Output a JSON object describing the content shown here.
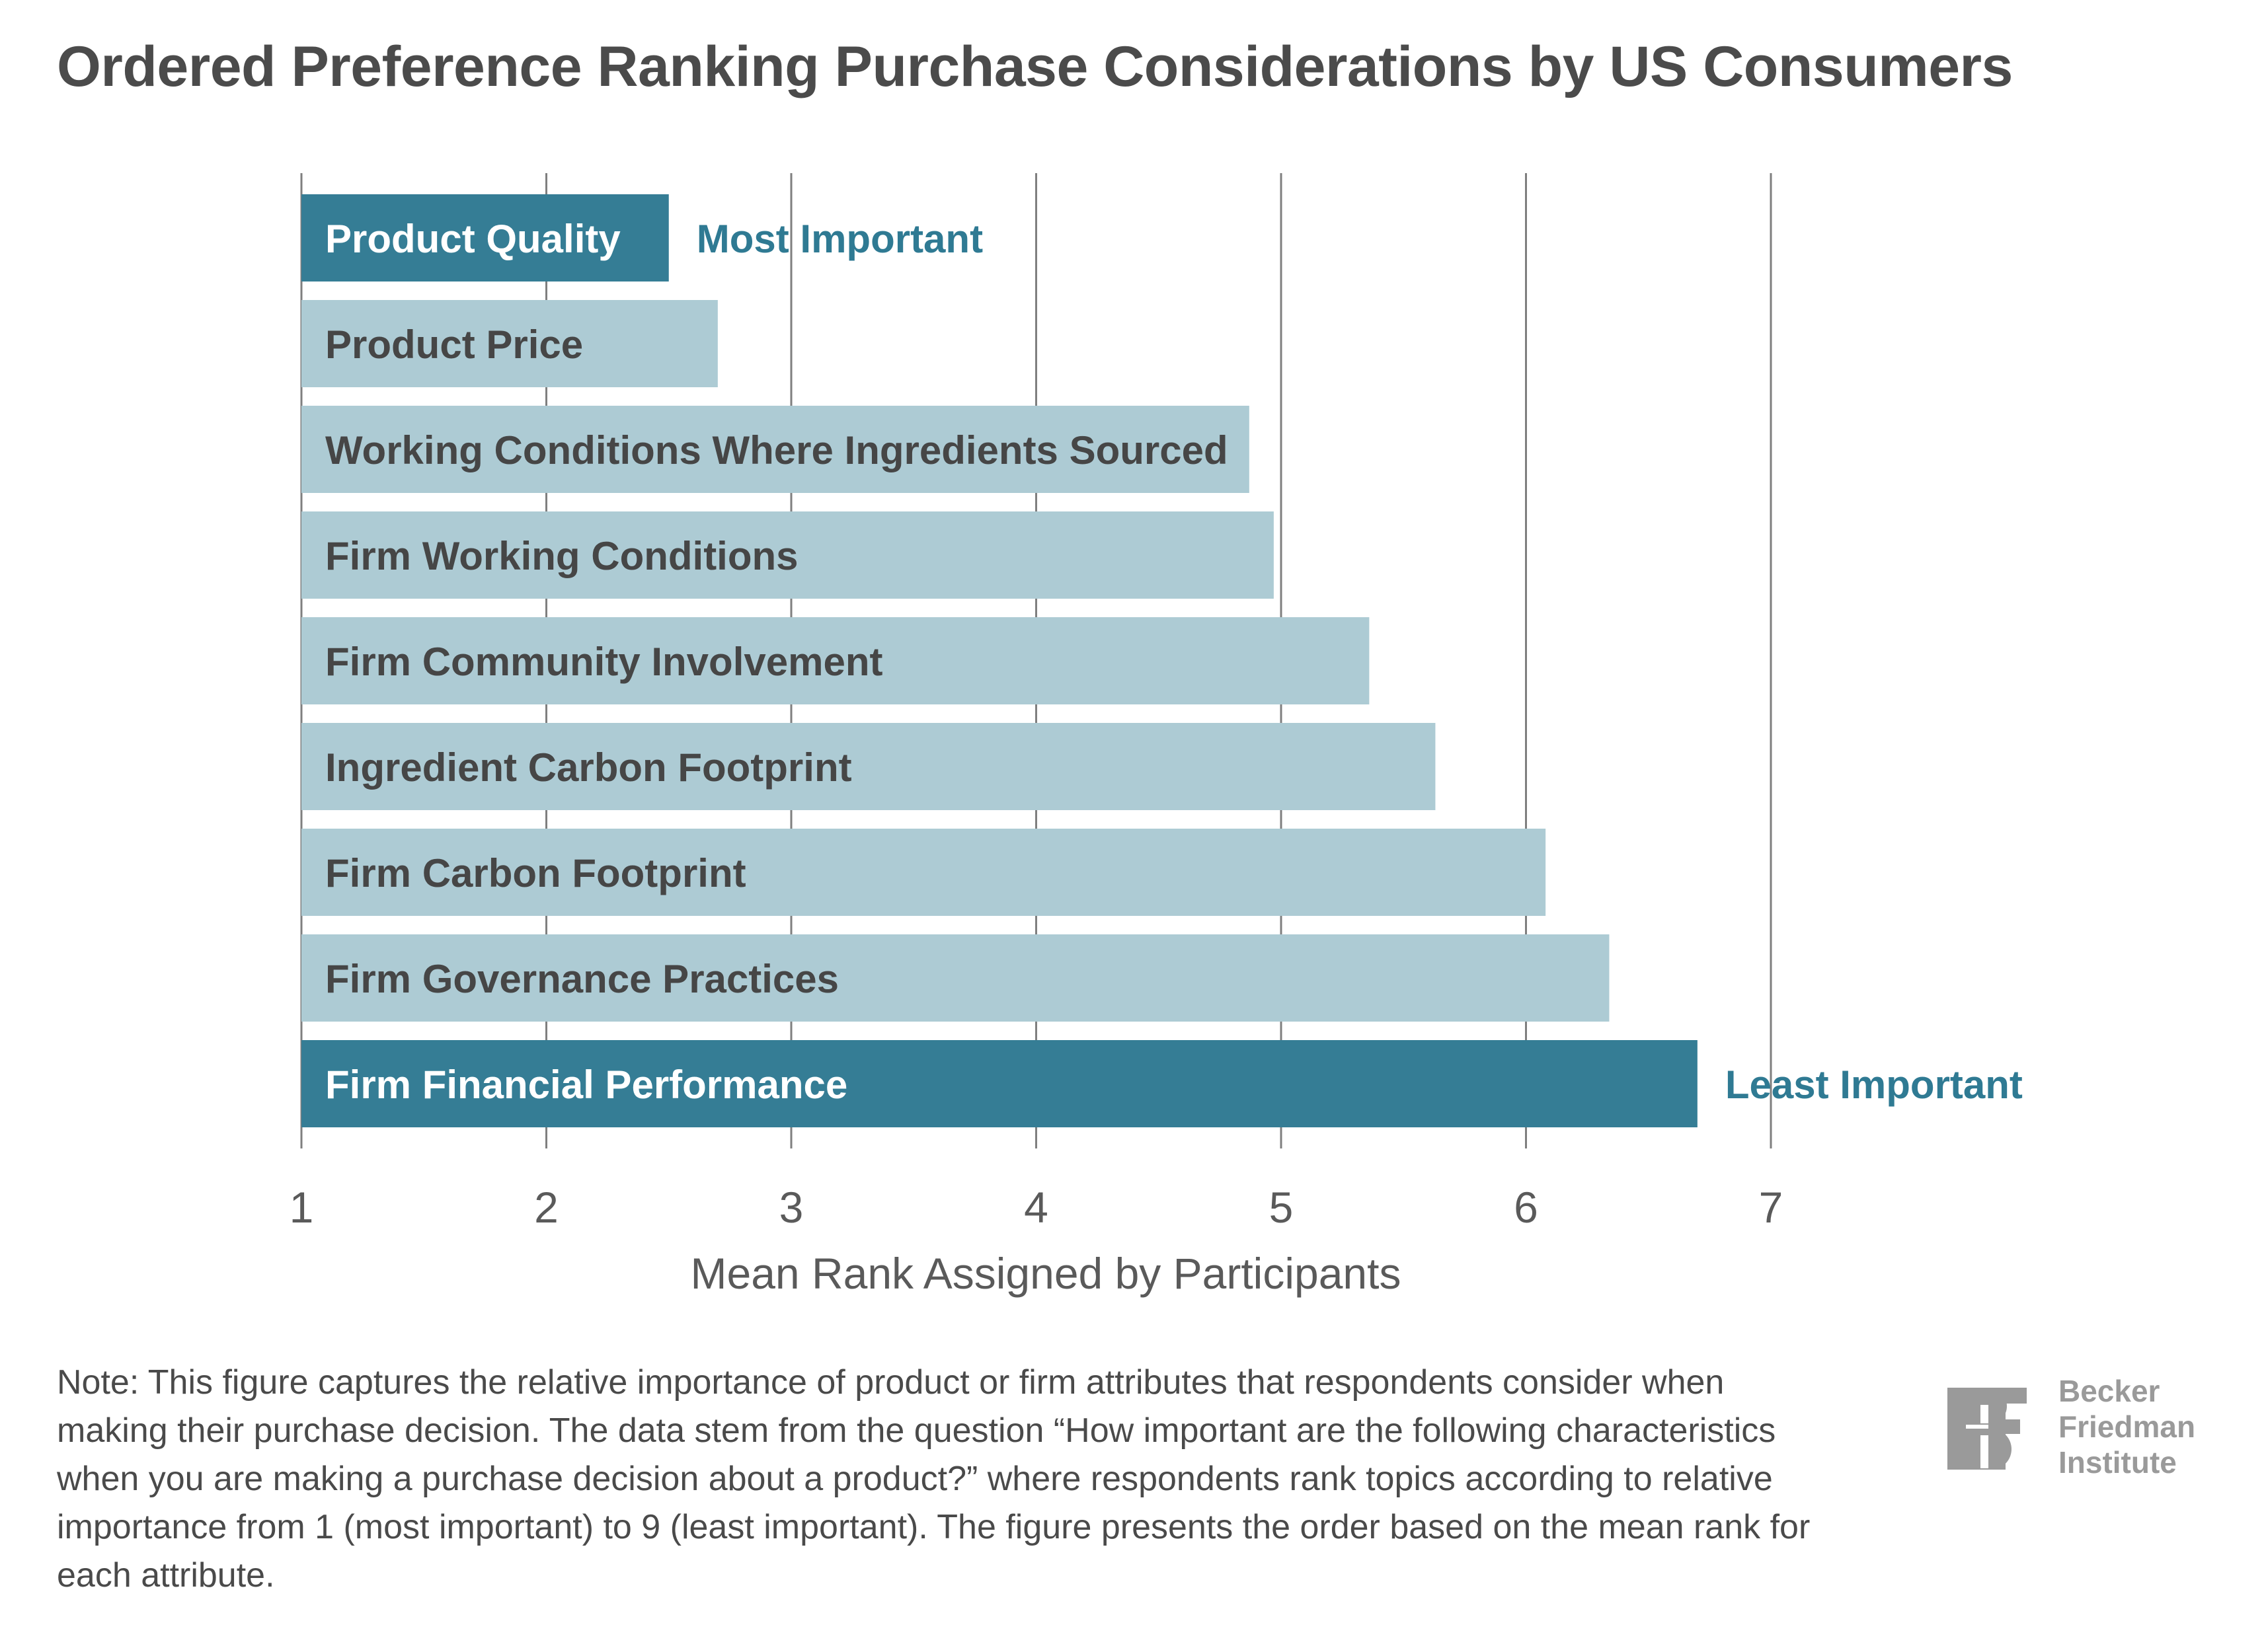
{
  "chart_data": {
    "type": "bar",
    "orientation": "horizontal",
    "title": "Ordered Preference Ranking Purchase Considerations by US Consumers",
    "xlabel": "Mean Rank Assigned by Participants",
    "ylabel": "",
    "xlim": [
      1,
      7
    ],
    "xticks": [
      "1",
      "2",
      "3",
      "4",
      "5",
      "6",
      "7"
    ],
    "grid": "vertical",
    "categories": [
      "Product Quality",
      "Product Price",
      "Working Conditions Where Ingredients Sourced",
      "Firm Working Conditions",
      "Firm Community Involvement",
      "Ingredient Carbon Footprint",
      "Firm Carbon Footprint",
      "Firm Governance Practices",
      "Firm Financial Performance"
    ],
    "values": [
      2.5,
      2.7,
      4.87,
      4.97,
      5.36,
      5.63,
      6.08,
      6.34,
      6.7
    ],
    "highlight": [
      true,
      false,
      false,
      false,
      false,
      false,
      false,
      false,
      true
    ],
    "annotations": [
      {
        "category_index": 0,
        "text": "Most Important"
      },
      {
        "category_index": 8,
        "text": "Least Important"
      }
    ],
    "colors": {
      "highlight_bar": "#357d95",
      "bar": "#adcbd4",
      "highlight_text": "#ffffff",
      "bar_text": "#464646",
      "annotation_text": "#2f7a93",
      "grid": "#7f7f7f",
      "tick_text": "#5a5a5a"
    }
  },
  "note": "Note: This figure captures the relative importance of product or firm attributes that respondents consider when making their purchase decision. The data stem from the question “How important are the following characteristics when you are making a purchase decision about a product?” where respondents rank topics according to relative importance from 1 (most important) to 9 (least important). The figure presents the order based on the mean rank for each attribute.",
  "logo": {
    "line1": "Becker",
    "line2": "Friedman",
    "line3": "Institute",
    "color": "#9a9a9a"
  }
}
